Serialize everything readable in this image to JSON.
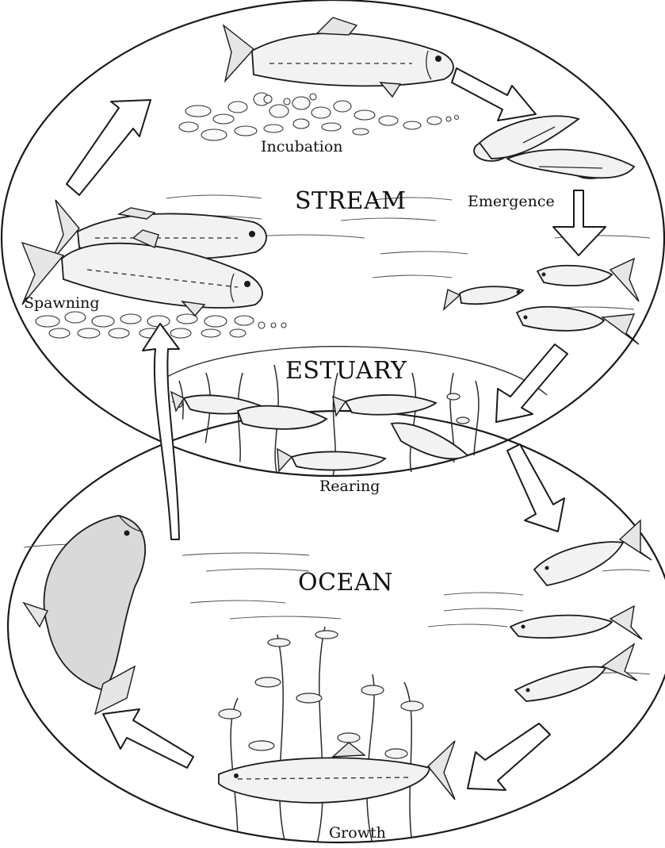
{
  "regions": {
    "stream": "STREAM",
    "estuary": "ESTUARY",
    "ocean": "OCEAN"
  },
  "stages": {
    "incubation": "Incubation",
    "emergence": "Emergence",
    "spawning": "Spawning",
    "rearing": "Rearing",
    "growth": "Growth"
  }
}
